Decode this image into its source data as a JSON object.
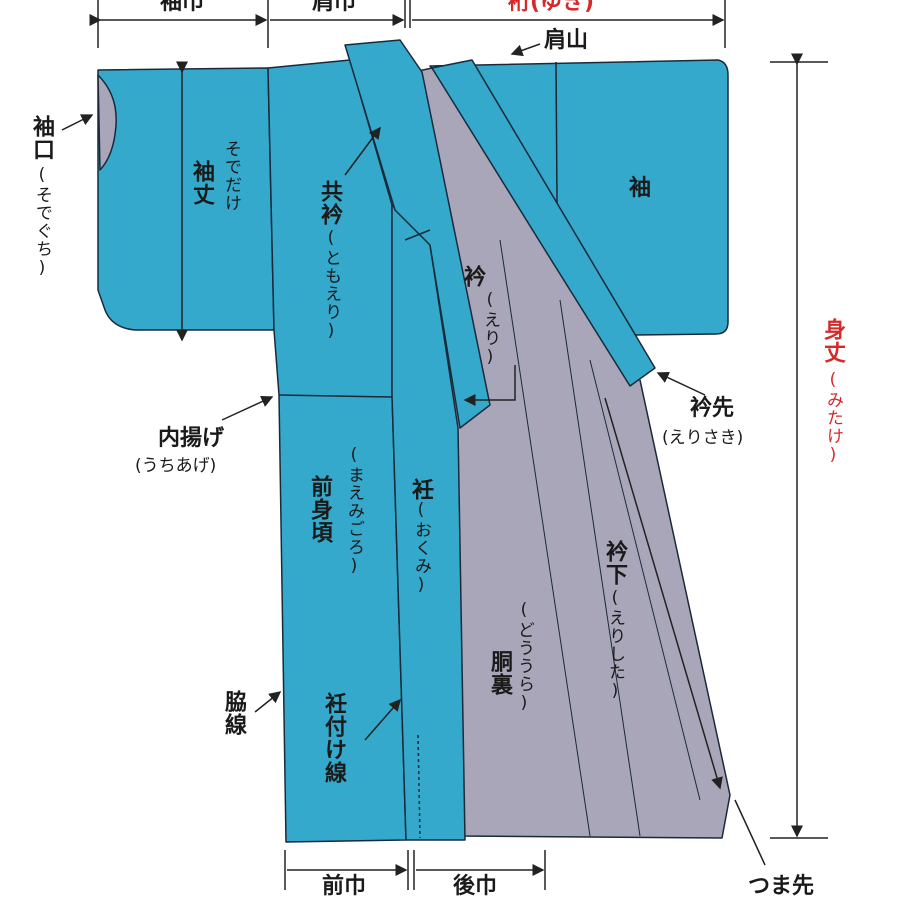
{
  "colors": {
    "fabric": "#35a9cc",
    "lining": "#a8a6b8",
    "outline": "#1a2a3a",
    "dimension": "#222222",
    "highlight": "#d42a2a"
  },
  "labels": {
    "sode_haba": "袖巾",
    "kata_haba": "肩巾",
    "yuki": "裄(ゆき)",
    "katayama": "肩山",
    "sodeguchi": "袖口",
    "sodeguchi_kana": "(そでぐち)",
    "sodetake": "袖丈",
    "sodetake_kana": "そでだけ",
    "tomoeri": "共衿",
    "tomoeri_kana": "(ともえり)",
    "sode": "袖",
    "eri": "衿",
    "eri_kana": "(えり)",
    "erisaki": "衿先",
    "erisaki_kana": "(えりさき)",
    "mitake": "身丈",
    "mitake_kana": "(みたけ)",
    "uchiage": "内揚げ",
    "uchiage_kana": "(うちあげ)",
    "maemigoro": "前身頃",
    "maemigoro_kana": "(まえみごろ)",
    "okumi": "衽",
    "okumi_kana": "(おくみ)",
    "douura": "胴裏",
    "douura_kana": "(どううら)",
    "erishita": "衿下",
    "erishita_kana": "(えりした)",
    "wakisen": "脇線",
    "okumitsukesen": "衽付け線",
    "mae_haba": "前巾",
    "ushiro_haba": "後巾",
    "tsumasaki": "つま先"
  }
}
